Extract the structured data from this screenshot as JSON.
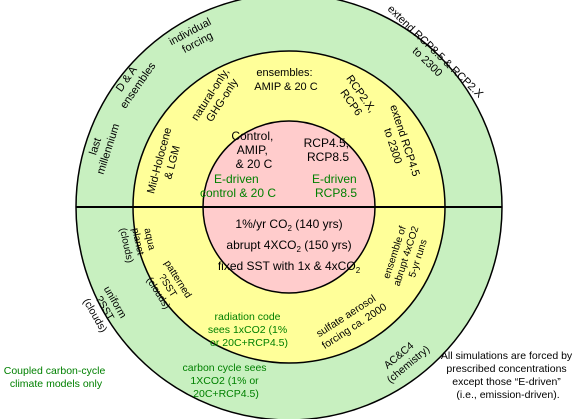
{
  "colors": {
    "outer_ring": "#c8f0c0",
    "middle_ring": "#ffff99",
    "inner_circle": "#ffcccc",
    "outline": "#000000",
    "black_text": "#000000",
    "green_text": "#008000"
  },
  "inner_top": {
    "control": [
      "Control,",
      "AMIP,",
      "& 20 C"
    ],
    "rcp": [
      "RCP4.5,",
      "RCP8.5"
    ],
    "edriven_control": [
      "E-driven",
      "control & 20 C"
    ],
    "edriven_rcp": [
      "E-driven",
      "RCP8.5"
    ]
  },
  "inner_bottom": {
    "co2_rate": "1%/yr CO",
    "co2_rate_sub": "2",
    "co2_rate_tail": " (140 yrs)",
    "abrupt": "abrupt 4XCO",
    "abrupt_sub": "2",
    "abrupt_tail": " (150 yrs)",
    "fixed_sst": "fixed SST with 1x & 4xCO",
    "fixed_sst_sub": "2"
  },
  "middle_top": {
    "ensembles": [
      "ensembles:",
      "AMIP & 20 C"
    ],
    "natural_only": [
      "natural-only,",
      "GHG-only"
    ],
    "rcp_other": [
      "RCP2.X,",
      "RCP6"
    ],
    "mid_holocene": [
      "Mid-Holocene",
      "& LGM"
    ],
    "extend_rcp45": [
      "extend RCP4.5",
      "to 2300"
    ]
  },
  "middle_bottom": {
    "aqua_planet": [
      "aqua",
      "planet",
      "(clouds)"
    ],
    "patterned_sst": [
      "patterned",
      "?SST",
      "(clouds)"
    ],
    "radiation_code": [
      "radiation code",
      "sees 1xCO2 (1%",
      "or 20C+RCP4.5)"
    ],
    "sulfate": [
      "sulfate aerosol",
      "forcing ca. 2000"
    ],
    "ensemble_abrupt": [
      "ensemble of",
      "abrupt 4xCO2",
      "5-yr runs"
    ]
  },
  "outer_top": {
    "individual_forcing": [
      "individual",
      "forcing"
    ],
    "d_and_a": [
      "D & A",
      "ensembles"
    ],
    "last_millennium": [
      "last",
      "millennium"
    ],
    "extend_rcp85": [
      "extend RCP8.5 & RCP2.X",
      "to 2300"
    ]
  },
  "outer_bottom": {
    "uniform_sst": [
      "uniform",
      "?SST",
      "(clouds)"
    ],
    "carbon_cycle": [
      "carbon cycle sees",
      "1XCO2 (1% or",
      "20C+RCP4.5)"
    ],
    "aggregation": [
      "AC&C4",
      "(chemistry)"
    ]
  },
  "notes": {
    "coupled": [
      "Coupled carbon-cycle",
      "climate models only"
    ],
    "forcing": [
      "All simulations are forced by",
      "prescribed concentrations",
      "except those “E-driven”",
      "(i.e., emission-driven)."
    ]
  }
}
